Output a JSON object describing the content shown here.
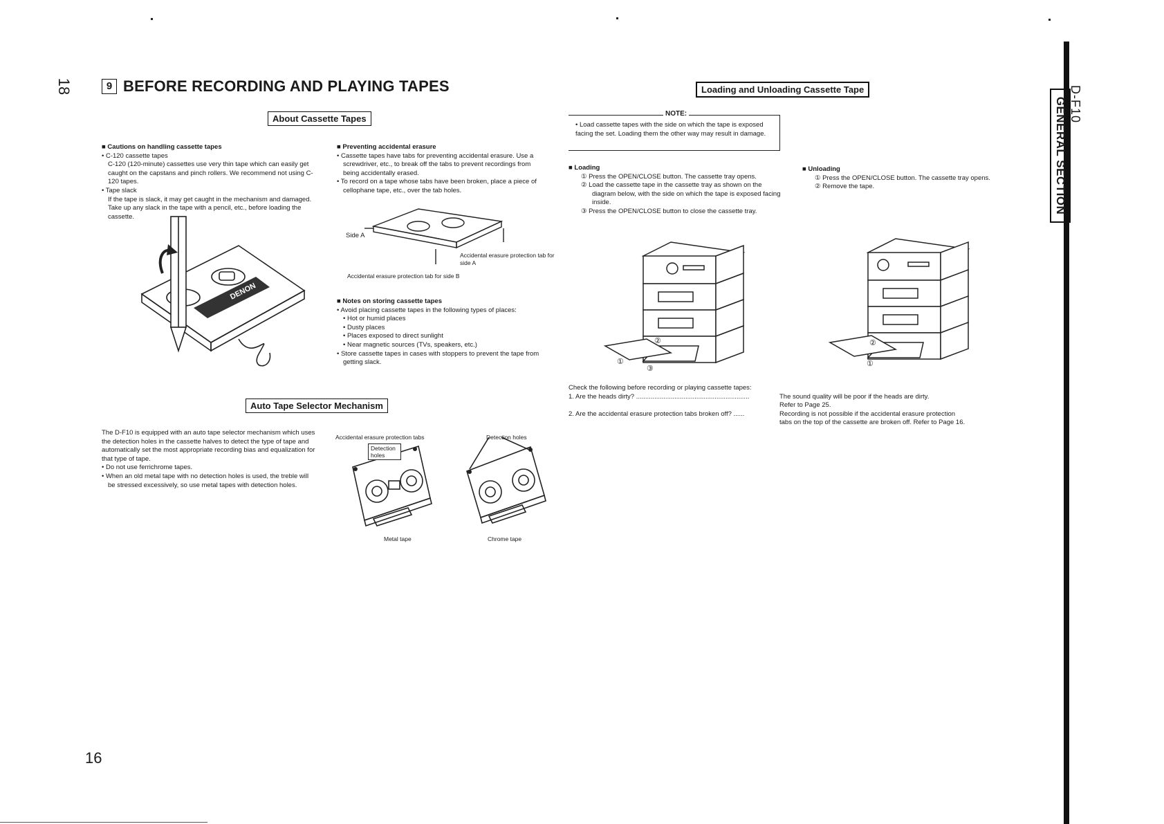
{
  "margin_page_number": "18",
  "page_number": "16",
  "section_number": "9",
  "main_title": "BEFORE RECORDING AND PLAYING TAPES",
  "right_tab": {
    "model": "D-F10",
    "section": "GENERAL SECTION"
  },
  "about": {
    "header": "About Cassette Tapes",
    "cautions": {
      "heading": "Cautions on handling cassette tapes",
      "items": [
        {
          "title": "C-120 cassette tapes",
          "body": "C-120 (120-minute) cassettes use very thin tape which can easily get caught on the capstans and pinch rollers. We recommend not using C-120 tapes."
        },
        {
          "title": "Tape slack",
          "body": "If the tape is slack, it may get caught in the mechanism and damaged. Take up any slack in the tape with a pencil, etc., before loading the cassette."
        }
      ]
    },
    "preventing": {
      "heading": "Preventing accidental erasure",
      "items": [
        "Cassette tapes have tabs for preventing accidental erasure. Use a screwdriver, etc., to break off the tabs to prevent recordings from being accidentally erased.",
        "To record on a tape whose tabs have been broken, place a piece of cellophane tape, etc., over the tab holes."
      ]
    },
    "diagram_labels": {
      "side_a": "Side A",
      "tab_a": "Accidental erasure protection tab for side A",
      "tab_b": "Accidental erasure protection tab for side B",
      "brand": "DENON"
    },
    "notes": {
      "heading": "Notes on storing cassette tapes",
      "intro": "Avoid placing cassette tapes in the following types of places:",
      "places": [
        "Hot or humid places",
        "Dusty places",
        "Places exposed to direct sunlight",
        "Near magnetic sources (TVs, speakers, etc.)"
      ],
      "store": "Store cassette tapes in cases with stoppers to prevent the tape from getting slack."
    }
  },
  "auto": {
    "header": "Auto Tape Selector Mechanism",
    "text": "The D-F10 is equipped with an auto tape selector mechanism which uses the detection holes in the cassette halves to detect the type of tape and automatically set the most appropriate recording bias and equalization for that type of tape.",
    "bullets": [
      "Do not use ferrichrome tapes.",
      "When an old metal tape with no detection holes is used, the treble will be stressed excessively, so use metal tapes with detection holes."
    ],
    "labels": {
      "tabs": "Accidental erasure protection tabs",
      "detection_holes_inner": "Detection holes",
      "detection_holes": "Detection holes",
      "metal": "Metal tape",
      "chrome": "Chrome tape"
    }
  },
  "loading": {
    "header": "Loading and Unloading Cassette Tape",
    "note_title": "NOTE:",
    "note_text": "Load cassette tapes with the side on which the tape is exposed facing the set. Loading them the other way may result in damage.",
    "loading_heading": "Loading",
    "loading_steps": [
      {
        "n": "①",
        "t": "Press the OPEN/CLOSE button. The cassette tray opens."
      },
      {
        "n": "②",
        "t": "Load the cassette tape in the cassette tray as shown on the diagram below, with the side on which the tape is exposed facing inside."
      },
      {
        "n": "③",
        "t": "Press the OPEN/CLOSE button to close the cassette tray."
      }
    ],
    "unloading_heading": "Unloading",
    "unloading_steps": [
      {
        "n": "①",
        "t": "Press the OPEN/CLOSE button. The cassette tray opens."
      },
      {
        "n": "②",
        "t": "Remove the tape."
      }
    ],
    "check_intro": "Check the following before recording or playing cassette tapes:",
    "checks": [
      {
        "q": "1. Are the heads dirty?",
        "a1": "The sound quality will be poor if the heads are dirty.",
        "a2": "Refer to Page 25."
      },
      {
        "q": "2. Are the accidental erasure protection tabs broken off?",
        "a1": "Recording is not possible if the accidental erasure protection",
        "a2": "tabs on the top of the cassette are broken off. Refer to Page 16."
      }
    ]
  },
  "colors": {
    "ink": "#1a1a1a",
    "paper": "#ffffff"
  }
}
